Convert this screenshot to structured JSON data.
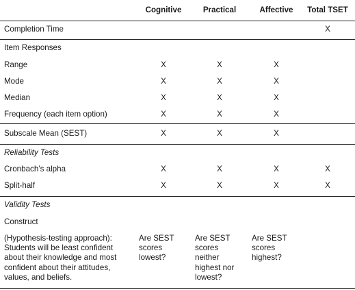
{
  "headers": [
    "Cognitive",
    "Practical",
    "Affective",
    "Total TSET"
  ],
  "rows": [
    {
      "label": "Completion Time",
      "cells": [
        "",
        "",
        "",
        "X"
      ]
    },
    {
      "label": "Item Responses",
      "cells": [
        "",
        "",
        "",
        ""
      ]
    },
    {
      "label": "Range",
      "cells": [
        "X",
        "X",
        "X",
        ""
      ]
    },
    {
      "label": "Mode",
      "cells": [
        "X",
        "X",
        "X",
        ""
      ]
    },
    {
      "label": "Median",
      "cells": [
        "X",
        "X",
        "X",
        ""
      ]
    },
    {
      "label": "Frequency (each item option)",
      "cells": [
        "X",
        "X",
        "X",
        ""
      ]
    },
    {
      "label": "Subscale Mean (SEST)",
      "cells": [
        "X",
        "X",
        "X",
        ""
      ]
    },
    {
      "label": "Reliability Tests",
      "cells": [
        "",
        "",
        "",
        ""
      ]
    },
    {
      "label": "Cronbach’s alpha",
      "cells": [
        "X",
        "X",
        "X",
        "X"
      ]
    },
    {
      "label": "Split-half",
      "cells": [
        "X",
        "X",
        "X",
        "X"
      ]
    },
    {
      "label": "Validity Tests",
      "cells": [
        "",
        "",
        "",
        ""
      ]
    },
    {
      "label": "Construct",
      "cells": [
        "",
        "",
        "",
        ""
      ]
    }
  ],
  "hypothesis": {
    "label": "(Hypothesis-testing approach): Students will be least confident about their knowledge and most confident about their attitudes, values, and beliefs.",
    "cells": [
      "Are SEST scores lowest?",
      "Are SEST scores neither highest nor lowest?",
      "Are SEST scores highest?",
      ""
    ]
  }
}
